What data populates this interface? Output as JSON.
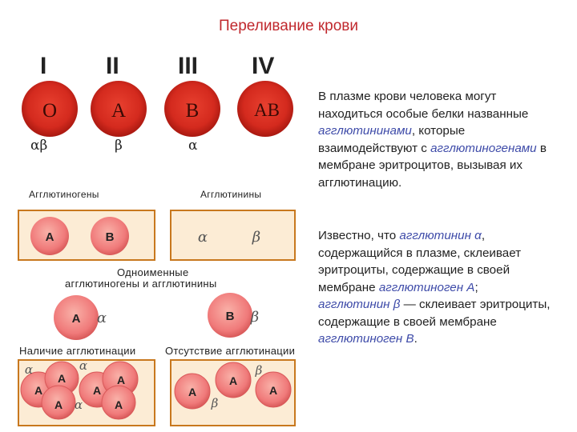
{
  "title": "Переливание крови",
  "groups": [
    {
      "roman": "I",
      "letter": "O",
      "antibodies": "αβ"
    },
    {
      "roman": "II",
      "letter": "A",
      "antibodies": "β"
    },
    {
      "roman": "III",
      "letter": "B",
      "antibodies": "α"
    },
    {
      "roman": "IV",
      "letter": "AB",
      "antibodies": ""
    }
  ],
  "labels": {
    "agglutinogens": "Агглютиногены",
    "agglutinins": "Агглютинины",
    "same_name_line1": "Одноименные",
    "same_name_line2": "агглютиногены и агглютинины",
    "presence": "Наличие агглютинации",
    "absence": "Отсутствие агглютинации"
  },
  "diagram": {
    "box1": [
      "A",
      "B"
    ],
    "box2": [
      "α",
      "β"
    ],
    "pair1": [
      "A",
      "α"
    ],
    "pair2": [
      "B",
      "β"
    ],
    "agg_cells": [
      "A",
      "A",
      "A",
      "A",
      "A",
      "A"
    ],
    "agg_greek": [
      "α",
      "α",
      "α"
    ],
    "free_cells": [
      "A",
      "A",
      "A"
    ],
    "free_greek": [
      "β",
      "β"
    ]
  },
  "text": {
    "p1_a": "В плазме крови человека могут находиться особые белки названные ",
    "p1_t1": "агглютининами",
    "p1_b": ", которые взаимодействуют с ",
    "p1_t2": "агглютиногенами",
    "p1_c": " в мембране эритроцитов, вызывая их агглютинацию.",
    "p2_a": "Известно, что ",
    "p2_t1": "агглютинин α",
    "p2_b": ", содержащийся в плазме, склеивает эритроциты, содержащие в своей мембране ",
    "p2_t2": "агглютиноген А",
    "p2_c": ";",
    "p2_t3": "агглютинин β",
    "p2_d": " — склеивает эритроциты, содержащие в своей мембране ",
    "p2_t4": "агглютиноген В",
    "p2_e": "."
  },
  "colors": {
    "title": "#c0282d",
    "term": "#3d4aa8",
    "cell_red": "#d42a1e",
    "cell_pink": "#f07a7a",
    "box_fill": "#fcecd5",
    "box_border": "#c8781e"
  }
}
